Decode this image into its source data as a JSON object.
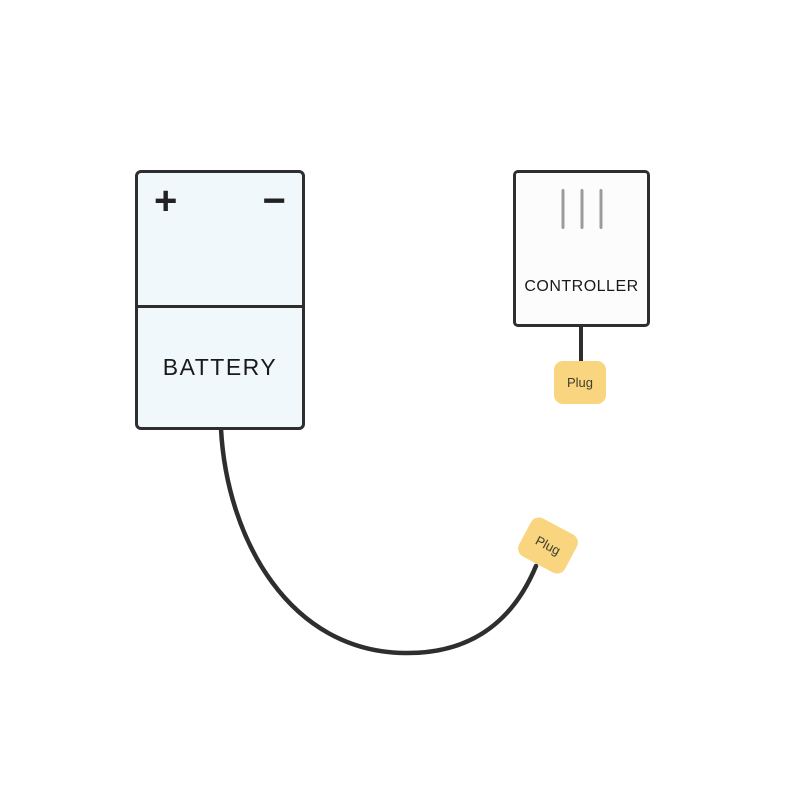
{
  "diagram": {
    "background": "#ffffff",
    "stroke_color": "#2e2e2e",
    "battery": {
      "label": "BATTERY",
      "plus": "+",
      "minus": "−",
      "fill": "#f0f8fb"
    },
    "controller": {
      "label": "CONTROLLER",
      "fill": "#fcfcfc",
      "vent_color": "#9b9b9b",
      "vent_count": 3
    },
    "controller_plug": {
      "label": "Plug",
      "fill": "#f8d57e"
    },
    "wire_plug": {
      "label": "Plug",
      "fill": "#f8d57e"
    }
  }
}
